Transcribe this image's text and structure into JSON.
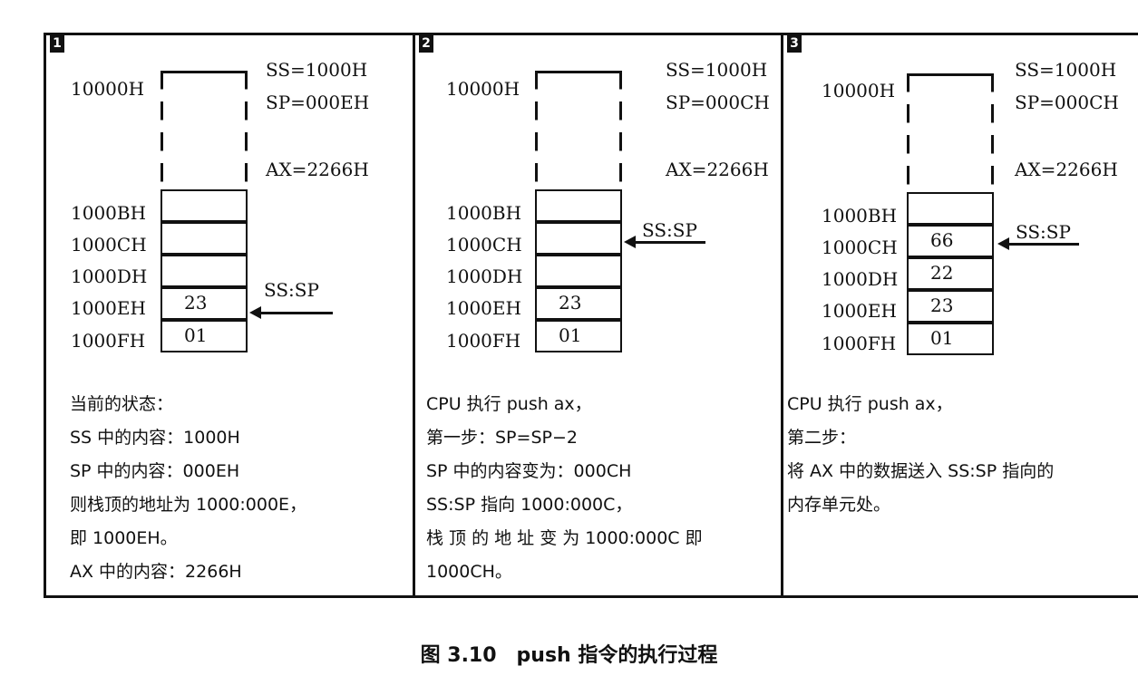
{
  "panels": [
    {
      "number": "1",
      "top_address": "10000H",
      "registers": [
        "SS=1000H",
        "SP=000EH",
        "AX=2266H"
      ],
      "addresses": [
        "1000BH",
        "1000CH",
        "1000DH",
        "1000EH",
        "1000FH"
      ],
      "cells": [
        "",
        "",
        "",
        "23",
        "01"
      ],
      "pointer_label": "SS:SP",
      "pointer_address": "1000EH",
      "description": [
        "当前的状态：",
        "SS 中的内容：1000H",
        "SP 中的内容：000EH",
        "则栈顶的地址为 1000:000E，",
        "即 1000EH。",
        "AX 中的内容：2266H"
      ]
    },
    {
      "number": "2",
      "top_address": "10000H",
      "registers": [
        "SS=1000H",
        "SP=000CH",
        "AX=2266H"
      ],
      "addresses": [
        "1000BH",
        "1000CH",
        "1000DH",
        "1000EH",
        "1000FH"
      ],
      "cells": [
        "",
        "",
        "",
        "23",
        "01"
      ],
      "pointer_label": "SS:SP",
      "pointer_address": "1000CH",
      "description": [
        "CPU 执行  push ax，",
        "第一步：SP=SP−2",
        "SP 中的内容变为：000CH",
        "SS:SP 指向 1000:000C，",
        "栈 顶 的 地 址 变 为  1000:000C  即",
        "1000CH。"
      ]
    },
    {
      "number": "3",
      "top_address": "10000H",
      "registers": [
        "SS=1000H",
        "SP=000CH",
        "AX=2266H"
      ],
      "addresses": [
        "1000BH",
        "1000CH",
        "1000DH",
        "1000EH",
        "1000FH"
      ],
      "cells": [
        "",
        "66",
        "22",
        "23",
        "01"
      ],
      "pointer_label": "SS:SP",
      "pointer_address": "1000CH",
      "description": [
        "CPU 执行  push ax，",
        "第二步：",
        "将 AX 中的数据送入 SS:SP 指向的",
        "内存单元处。"
      ]
    }
  ],
  "caption": "图 3.10　push 指令的执行过程"
}
